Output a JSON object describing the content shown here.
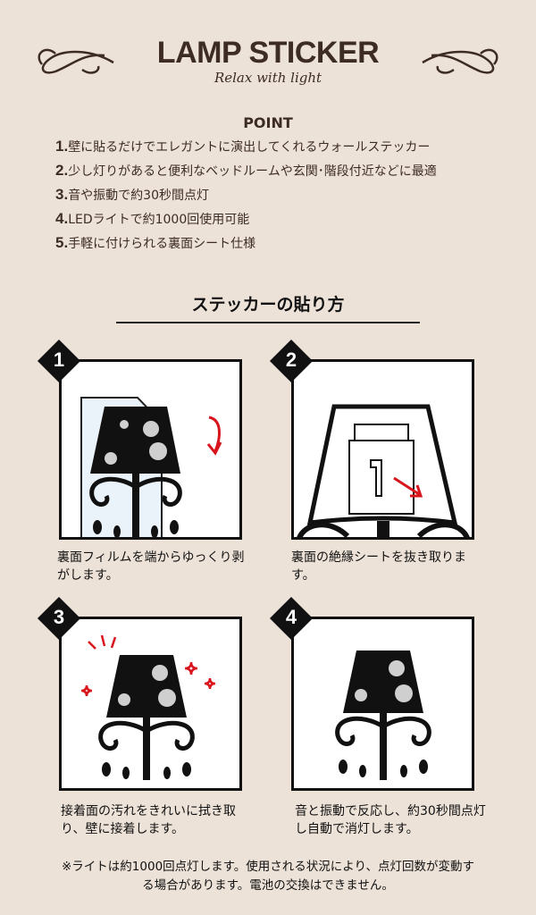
{
  "header": {
    "title": "LAMP STICKER",
    "subtitle": "Relax with light"
  },
  "points": {
    "heading": "POINT",
    "items": [
      {
        "num": "1.",
        "text": "壁に貼るだけでエレガントに演出してくれるウォールステッカー"
      },
      {
        "num": "2.",
        "text": "少し灯りがあると便利なベッドルームや玄関･階段付近などに最適"
      },
      {
        "num": "3.",
        "text": "音や振動で約30秒間点灯"
      },
      {
        "num": "4.",
        "text": "LEDライトで約1000回使用可能"
      },
      {
        "num": "5.",
        "text": "手軽に付けられる裏面シート仕様"
      }
    ]
  },
  "howto": {
    "heading": "ステッカーの貼り方",
    "steps": [
      {
        "num": "1",
        "caption": "裏面フィルムを端からゆっくり剥がします。"
      },
      {
        "num": "2",
        "caption": "裏面の絶縁シートを抜き取ります。"
      },
      {
        "num": "3",
        "caption": "接着面の汚れをきれいに拭き取り、壁に接着します。"
      },
      {
        "num": "4",
        "caption": "音と振動で反応し、約30秒間点灯し自動で消灯します。"
      }
    ]
  },
  "note": "※ライトは約1000回点灯します。使用される状況により、点灯回数が変動する場合があります。電池の交換はできません。",
  "colors": {
    "background": "#ede2d8",
    "text": "#3d2c24",
    "arrow": "#d8141c"
  }
}
